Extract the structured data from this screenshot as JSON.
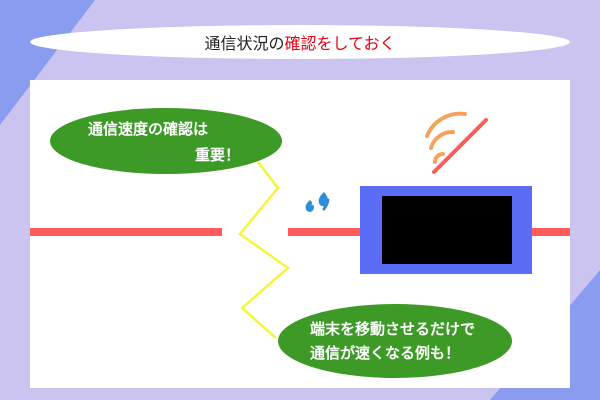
{
  "title": {
    "part1": "通信状況の",
    "part2": "確認をしておく"
  },
  "bubbles": {
    "top": {
      "line1": "通信速度の確認は",
      "line2": "重要！"
    },
    "bottom": {
      "line1": "端末を移動させるだけで",
      "line2": "通信が速くなる例も！"
    }
  },
  "colors": {
    "background": "#cbc4f0",
    "accent_triangle": "#8a9cf0",
    "title_accent": "#e60012",
    "bubble_green": "#3d9a27",
    "cable_red": "#ff5b5b",
    "device_frame": "#5b6cf5",
    "device_screen": "#000000",
    "zigzag": "#f5f53b",
    "wifi_orange": "#f5a35b",
    "drops_blue": "#2d8fd8"
  },
  "icons": {
    "wifi": "wifi-crossed-icon",
    "sweat": "sweat-drops-icon"
  }
}
